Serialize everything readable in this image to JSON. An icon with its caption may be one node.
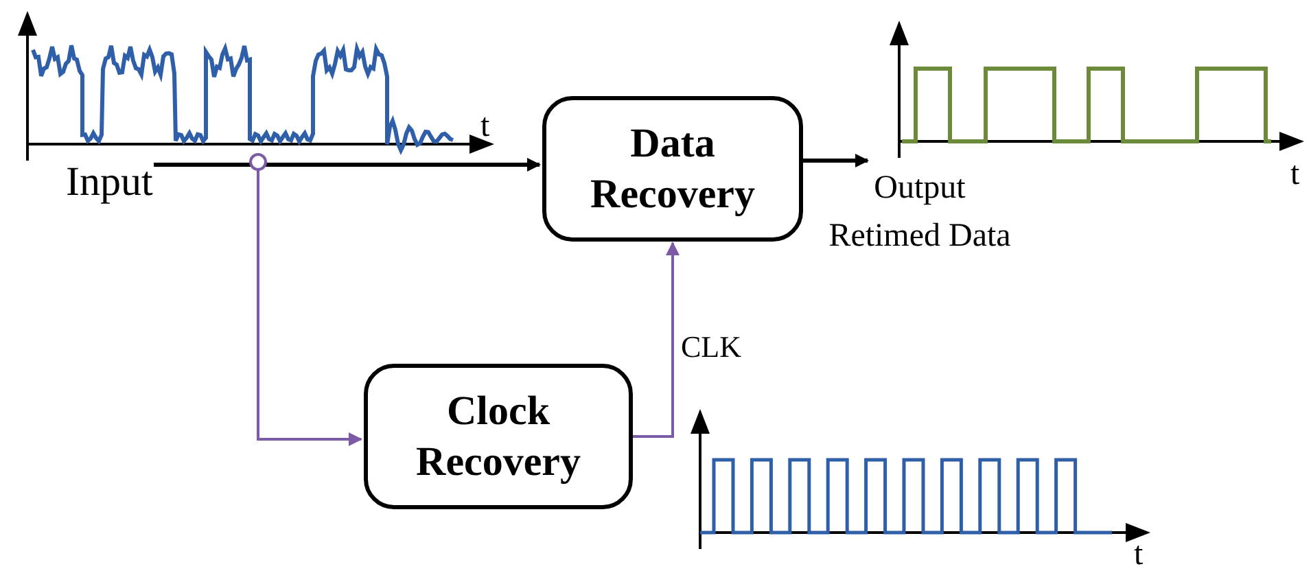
{
  "diagram": {
    "nodes": [
      {
        "text": [
          "Input"
        ]
      },
      {
        "text": [
          "Data Recovery"
        ]
      },
      {
        "text": [
          "Output Retimed Data"
        ]
      },
      {
        "text": [
          "Clock Recovery"
        ]
      }
    ],
    "edges": [
      {
        "from": 0,
        "to": 1,
        "arrow": "to"
      },
      {
        "from": 0,
        "to": 3,
        "arrow": "to",
        "color": "#7b5aa6"
      },
      {
        "from": 3,
        "to": 1,
        "arrow": "to",
        "label": "CLK",
        "color": "#7b5aa6"
      },
      {
        "from": 1,
        "to": 2,
        "arrow": "to"
      }
    ],
    "labels": [
      "t",
      "t",
      "t"
    ]
  }
}
